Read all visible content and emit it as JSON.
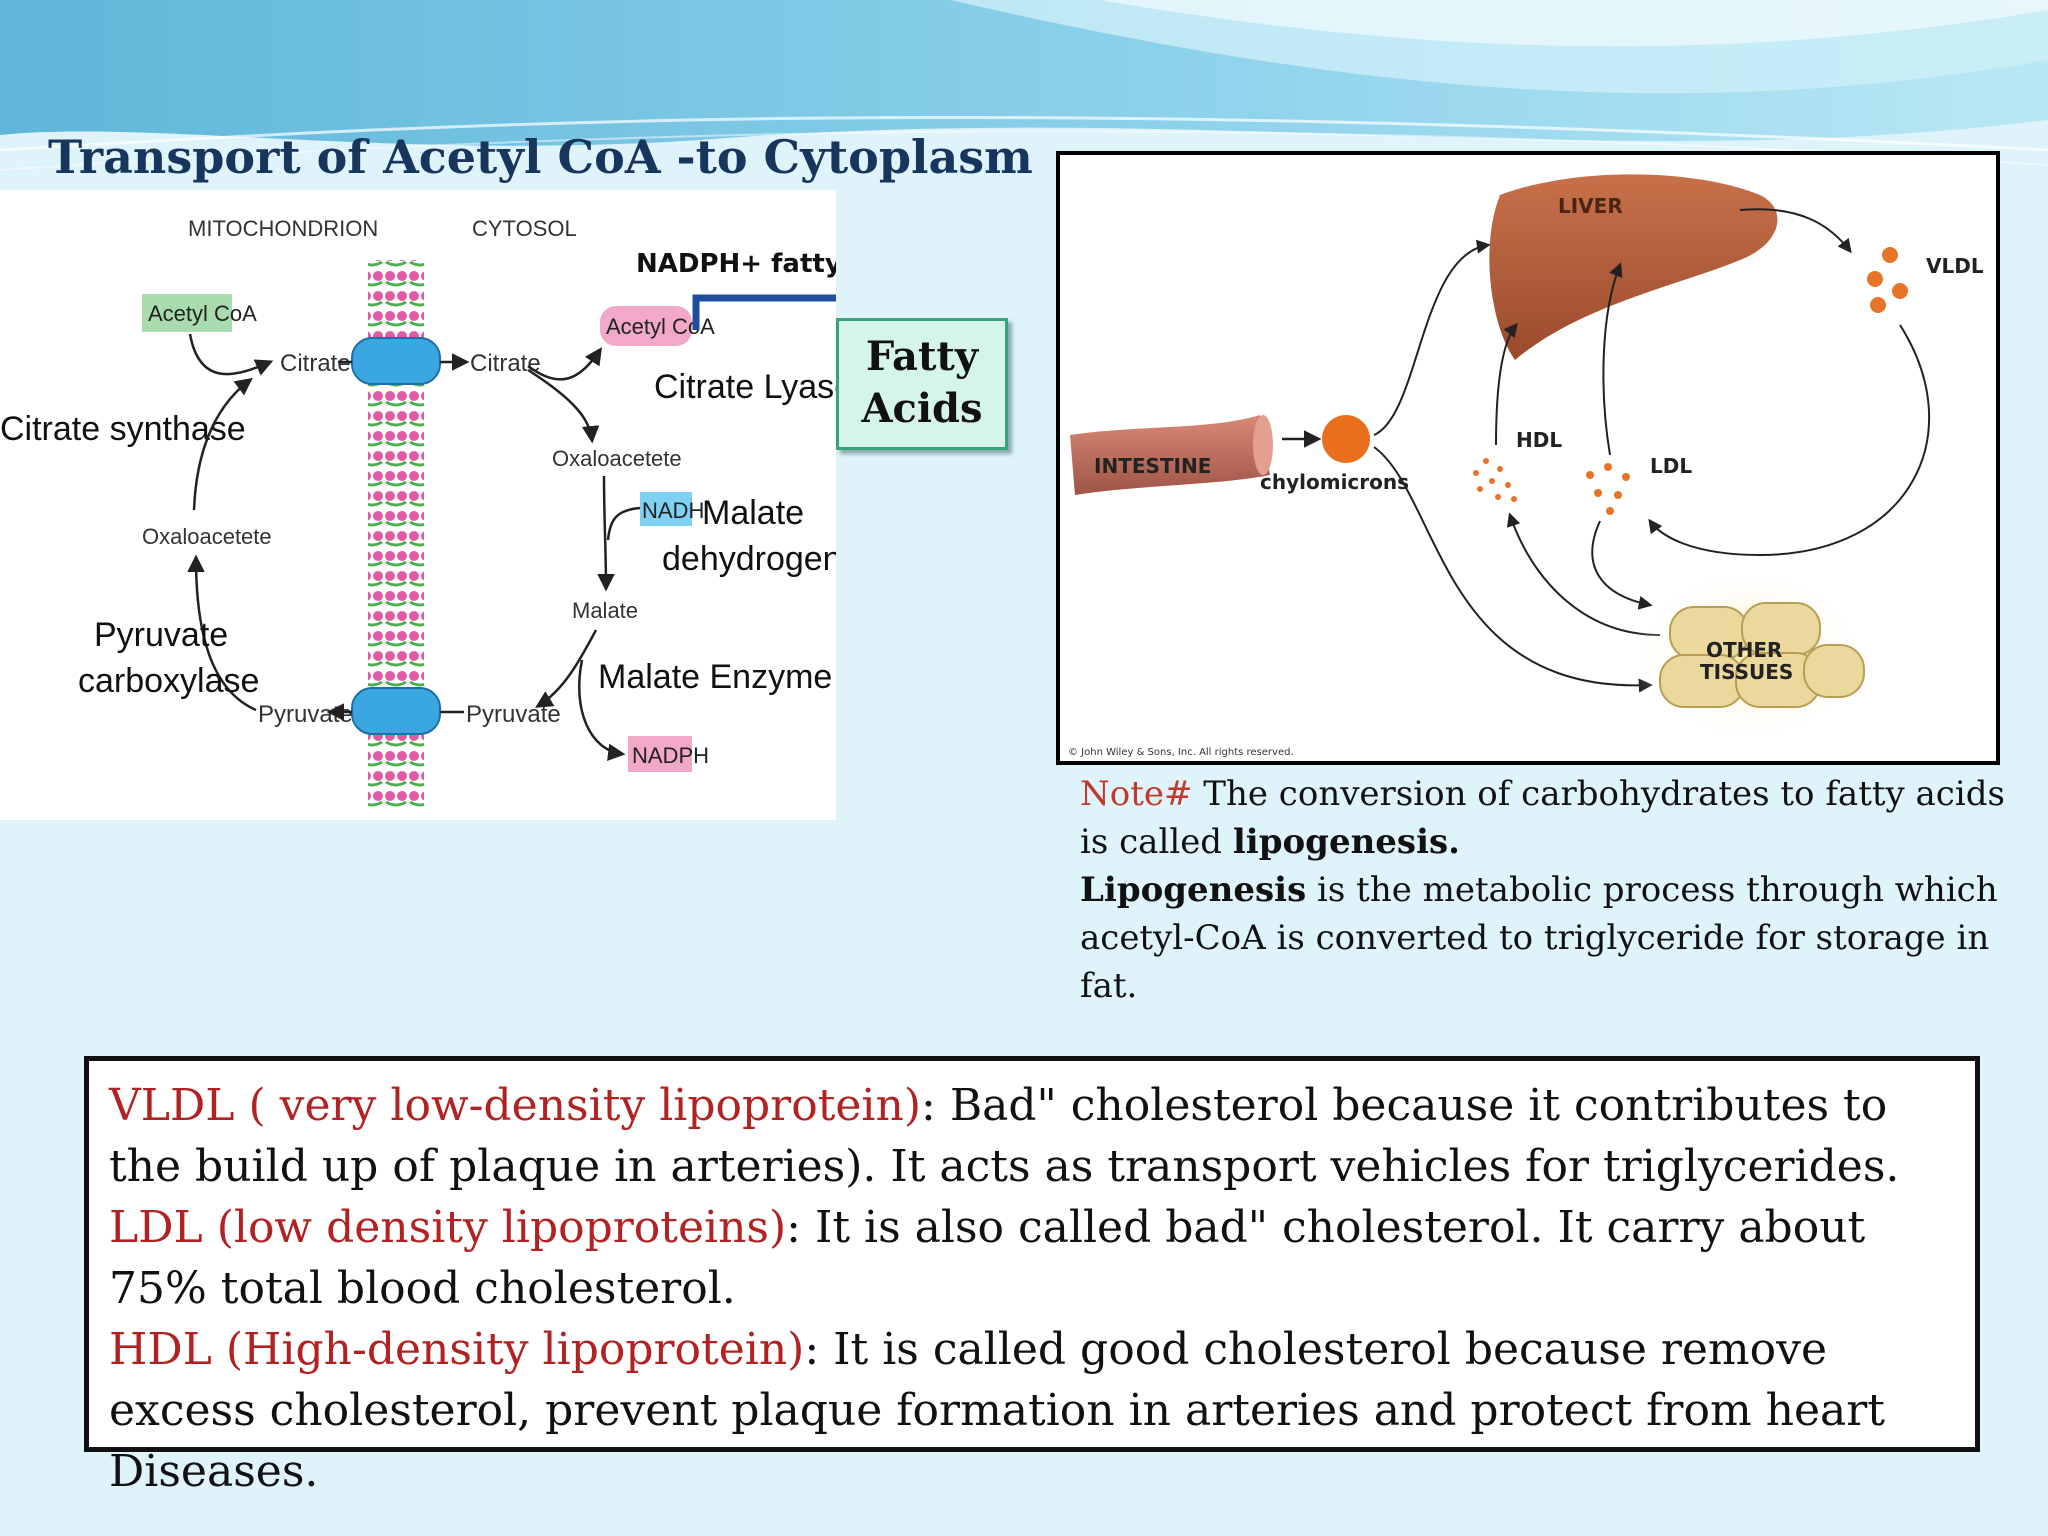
{
  "title": "Transport of Acetyl CoA -to Cytoplasm",
  "left_diagram": {
    "mitochondrion_label": "MITOCHONDRION",
    "cytosol_label": "CYTOSOL",
    "synthases_label": "NADPH+ fatty acid synthases",
    "fatty_acids_line1": "Fatty",
    "fatty_acids_line2": "Acids",
    "acetyl_coa_mito": "Acetyl CoA",
    "acetyl_coa_cyto": "Acetyl CoA",
    "citrate_left": "Citrate",
    "citrate_right": "Citrate",
    "citrate_synthase": "Citrate synthase",
    "citrate_lyase": "Citrate Lyase",
    "oxaloacetete_left": "Oxaloacetete",
    "oxaloacetete_right": "Oxaloacetete",
    "nadh": "NADH",
    "malate_dh_line1": "Malate",
    "malate_dh_line2": "dehydrogenase",
    "malate": "Malate",
    "malate_enzyme": "Malate Enzyme",
    "nadph": "NADPH",
    "pyruvate_left": "Pyruvate",
    "pyruvate_right": "Pyruvate",
    "pyruvate_carboxylase_line1": "Pyruvate",
    "pyruvate_carboxylase_line2": "carboxylase"
  },
  "right_diagram": {
    "liver": "LIVER",
    "vldl": "VLDL",
    "intestine": "INTESTINE",
    "chylomicrons": "chylomicrons",
    "hdl": "HDL",
    "ldl": "LDL",
    "other_tissues_line1": "OTHER",
    "other_tissues_line2": "TISSUES",
    "copyright": "© John Wiley & Sons, Inc. All rights reserved."
  },
  "note": {
    "prefix": "Note#",
    "line1_text": " The conversion of carbohydrates to fatty acids is called ",
    "line1_bold": "lipogenesis.",
    "line2_bold": "Lipogenesis",
    "line2_text": " is the metabolic process through which acetyl-CoA is converted to triglyceride for storage in fat."
  },
  "definitions": [
    {
      "term": "VLDL ( very low-density lipoprotein)",
      "text": ": Bad\" cholesterol because  it contributes to the build up of plaque in arteries). It acts as transport vehicles for triglycerides."
    },
    {
      "term": "LDL (low density lipoproteins)",
      "text": ": It is also called bad\" cholesterol. It carry about  75% total blood cholesterol."
    },
    {
      "term": "HDL (High-density lipoprotein)",
      "text": ": It is called good cholesterol because remove excess cholesterol, prevent plaque formation in arteries and protect from heart Diseases."
    }
  ],
  "colors": {
    "title": "#17365d",
    "term_red": "#b22222",
    "note_red": "#c0392b",
    "background": "#dff3fb"
  }
}
